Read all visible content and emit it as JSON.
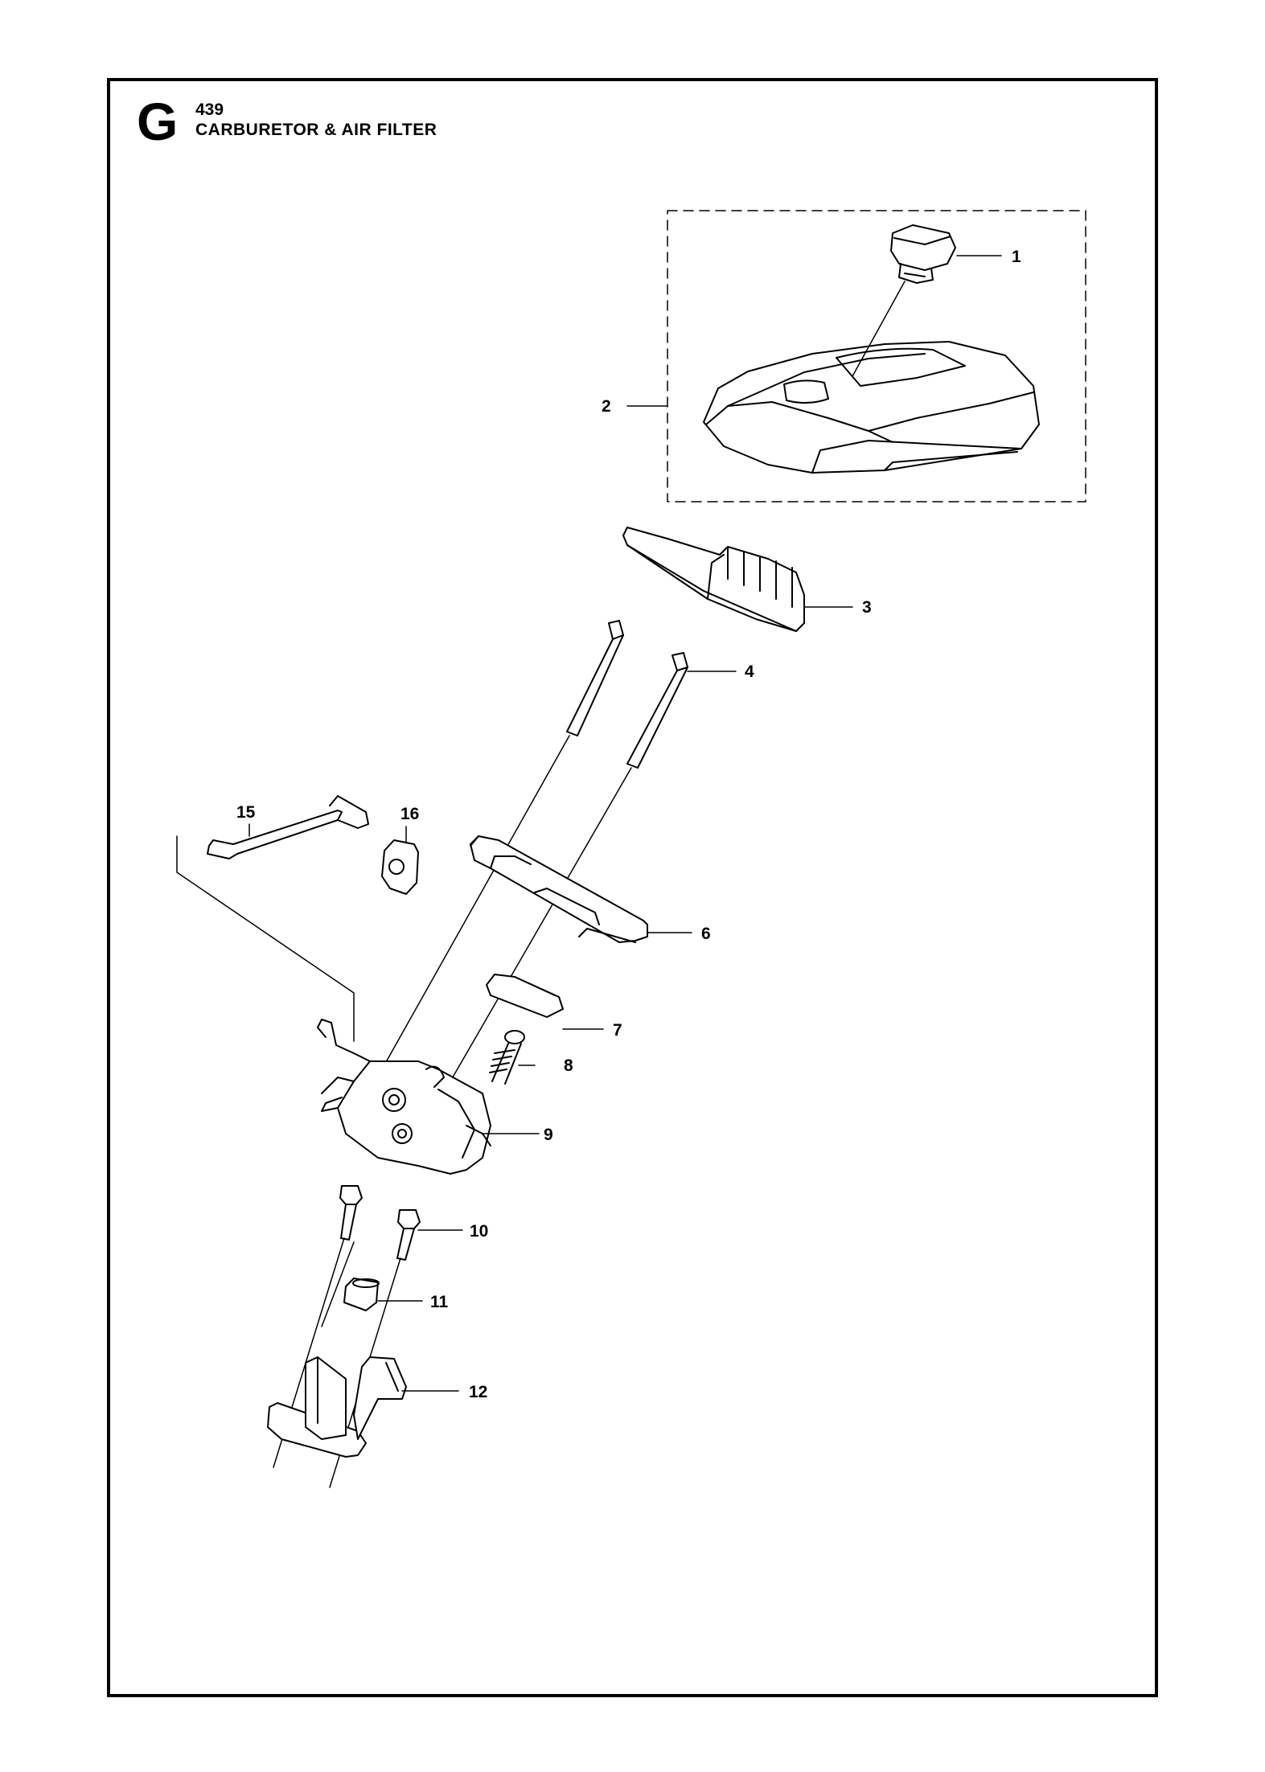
{
  "header": {
    "section_letter": "G",
    "model": "439",
    "title": "CARBURETOR & AIR FILTER"
  },
  "callouts": {
    "c1": "1",
    "c2": "2",
    "c3": "3",
    "c4": "4",
    "c6": "6",
    "c7": "7",
    "c8": "8",
    "c9": "9",
    "c10": "10",
    "c11": "11",
    "c12": "12",
    "c15": "15",
    "c16": "16"
  }
}
